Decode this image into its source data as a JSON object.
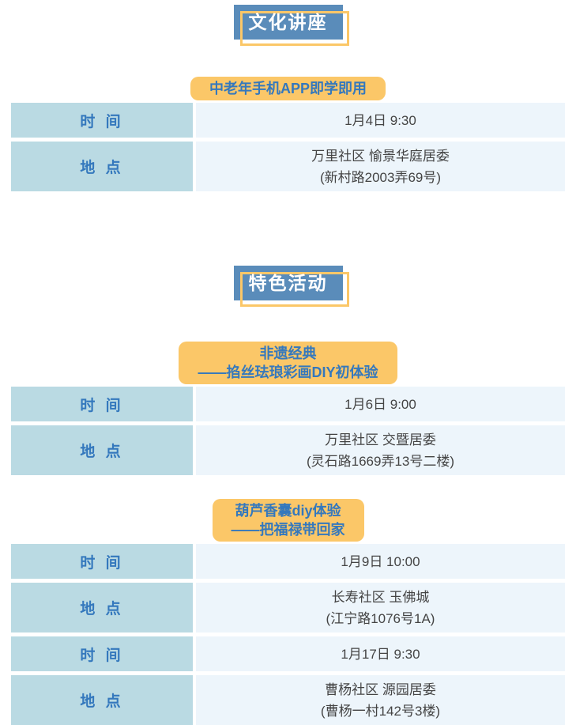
{
  "colors": {
    "title_box_bg": "#5a8cba",
    "accent_yellow": "#fbc768",
    "badge_text_blue": "#3478bd",
    "label_cell_bg": "#badae3",
    "value_cell_bg": "#edf5fb",
    "value_text": "#444444"
  },
  "sections": [
    {
      "title": "文化讲座",
      "events": [
        {
          "badge": {
            "line1": "中老年手机APP即学即用",
            "line2": ""
          },
          "rows": [
            {
              "label": "时 间",
              "line1": "1月4日 9:30",
              "line2": ""
            },
            {
              "label": "地 点",
              "line1": "万里社区 愉景华庭居委",
              "line2": "(新村路2003弄69号)"
            }
          ]
        }
      ]
    },
    {
      "title": "特色活动",
      "events": [
        {
          "badge": {
            "line1": "非遗经典",
            "line2": "——掐丝珐琅彩画DIY初体验"
          },
          "rows": [
            {
              "label": "时 间",
              "line1": "1月6日 9:00",
              "line2": ""
            },
            {
              "label": "地 点",
              "line1": "万里社区 交暨居委",
              "line2": "(灵石路1669弄13号二楼)"
            }
          ]
        },
        {
          "badge": {
            "line1": "葫芦香囊diy体验",
            "line2": "——把福禄带回家"
          },
          "rows": [
            {
              "label": "时 间",
              "line1": "1月9日 10:00",
              "line2": ""
            },
            {
              "label": "地 点",
              "line1": "长寿社区 玉佛城",
              "line2": "(江宁路1076号1A)"
            },
            {
              "label": "时 间",
              "line1": "1月17日 9:30",
              "line2": ""
            },
            {
              "label": "地 点",
              "line1": "曹杨社区 源园居委",
              "line2": "(曹杨一村142号3楼)"
            }
          ]
        }
      ]
    }
  ]
}
